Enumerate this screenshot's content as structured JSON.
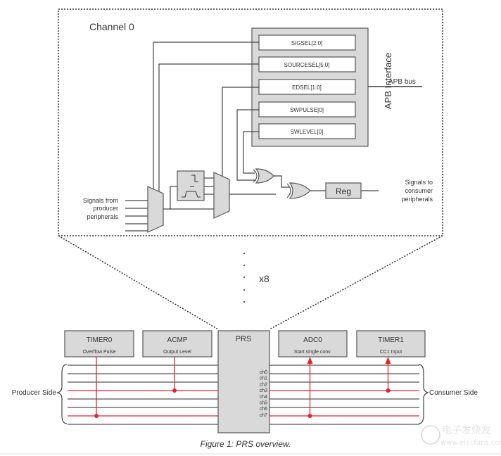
{
  "channel_detail": {
    "title": "Channel 0",
    "registers": [
      "SIGSEL[2:0]",
      "SOURCESEL[5:0]",
      "EDSEL[1:0]",
      "SWPULSE[0]",
      "SWLEVEL[0]"
    ],
    "apb_interface_label": "APB Interface",
    "apb_bus_label": "APB bus",
    "reg_label": "Reg",
    "input_label": [
      "Signals from",
      "producer",
      "peripherals"
    ],
    "output_label": [
      "Signals to",
      "consumer",
      "peripherals"
    ]
  },
  "repeat_label": "x8",
  "prs": {
    "label": "PRS",
    "channels": [
      "ch0",
      "ch1",
      "ch2",
      "ch3",
      "ch4",
      "ch5",
      "ch6",
      "ch7"
    ]
  },
  "producers": [
    {
      "name": "TIMER0",
      "signal": "Overflow Pulse",
      "channel": 6
    },
    {
      "name": "ACMP",
      "signal": "Output Level",
      "channel": 3
    }
  ],
  "consumers": [
    {
      "name": "ADC0",
      "signal": "Start single conv.",
      "channel": 6
    },
    {
      "name": "TIMER1",
      "signal": "CC1 Input",
      "channel": 3
    }
  ],
  "producer_side_label": "Producer Side",
  "consumer_side_label": "Consumer Side",
  "caption": "Figure 1: PRS overview.",
  "watermark": {
    "line1": "电子发烧友",
    "line2": "www.elecfans.com"
  },
  "colors": {
    "active_line": "#e8232a",
    "box_fill": "#d9d9d9",
    "line": "#555555"
  }
}
